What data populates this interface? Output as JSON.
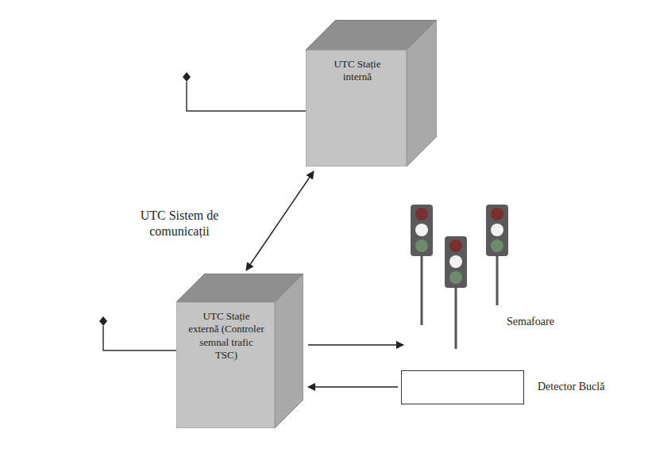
{
  "diagram": {
    "nodes": [
      {
        "text": [
          "UTC Stație internă"
        ]
      },
      {
        "text": [
          "UTC Stație externă (Controler semnal trafic TSC)"
        ]
      },
      {
        "text": [
          "Semafoare"
        ]
      },
      {
        "text": [
          "Detector Buclă"
        ]
      }
    ],
    "edges": [
      {
        "from": 0,
        "to": 1,
        "arrow": "both"
      },
      {
        "from": 1,
        "to": 2,
        "arrow": "to"
      },
      {
        "from": 3,
        "to": 1,
        "arrow": "to"
      }
    ],
    "labels": [
      "UTC Sistem de comunicații"
    ]
  }
}
